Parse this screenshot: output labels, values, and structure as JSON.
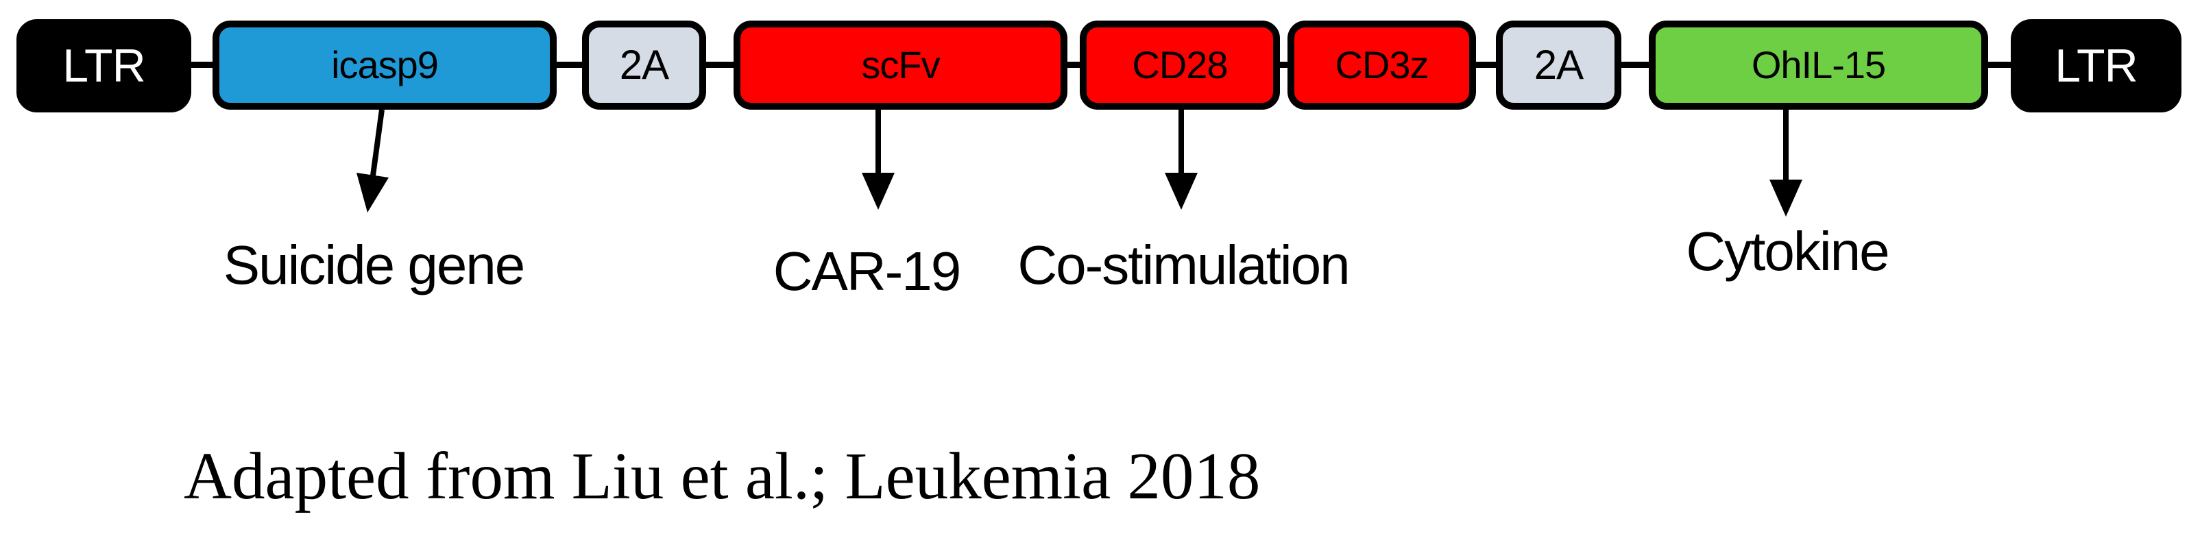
{
  "figure": {
    "type": "gene-construct-map",
    "segments": [
      {
        "label": "LTR",
        "color": "#000000",
        "text_color": "#ffffff"
      },
      {
        "label": "icasp9",
        "color": "#1f9ad6",
        "text_color": "#000000"
      },
      {
        "label": "2A",
        "color": "#d6dce5",
        "text_color": "#000000"
      },
      {
        "label": "scFv",
        "color": "#ff0000",
        "text_color": "#000000"
      },
      {
        "label": "CD28",
        "color": "#ff0000",
        "text_color": "#000000"
      },
      {
        "label": "CD3z",
        "color": "#ff0000",
        "text_color": "#000000"
      },
      {
        "label": "2A",
        "color": "#d6dce5",
        "text_color": "#000000"
      },
      {
        "label": "OhIL-15",
        "color": "#6ecf44",
        "text_color": "#000000"
      },
      {
        "label": "LTR",
        "color": "#000000",
        "text_color": "#ffffff"
      }
    ],
    "annotations": [
      {
        "label": "Suicide gene",
        "points_to": "icasp9"
      },
      {
        "label": "CAR-19",
        "points_to": "scFv"
      },
      {
        "label": "Co-stimulation",
        "points_to": "CD28"
      },
      {
        "label": "Cytokine",
        "points_to": "OhIL-15"
      }
    ],
    "caption": "Adapted from Liu et al.; Leukemia 2018",
    "colors": {
      "outline": "#000000",
      "backbone_line": "#000000",
      "arrow": "#000000",
      "background": "#ffffff"
    }
  }
}
